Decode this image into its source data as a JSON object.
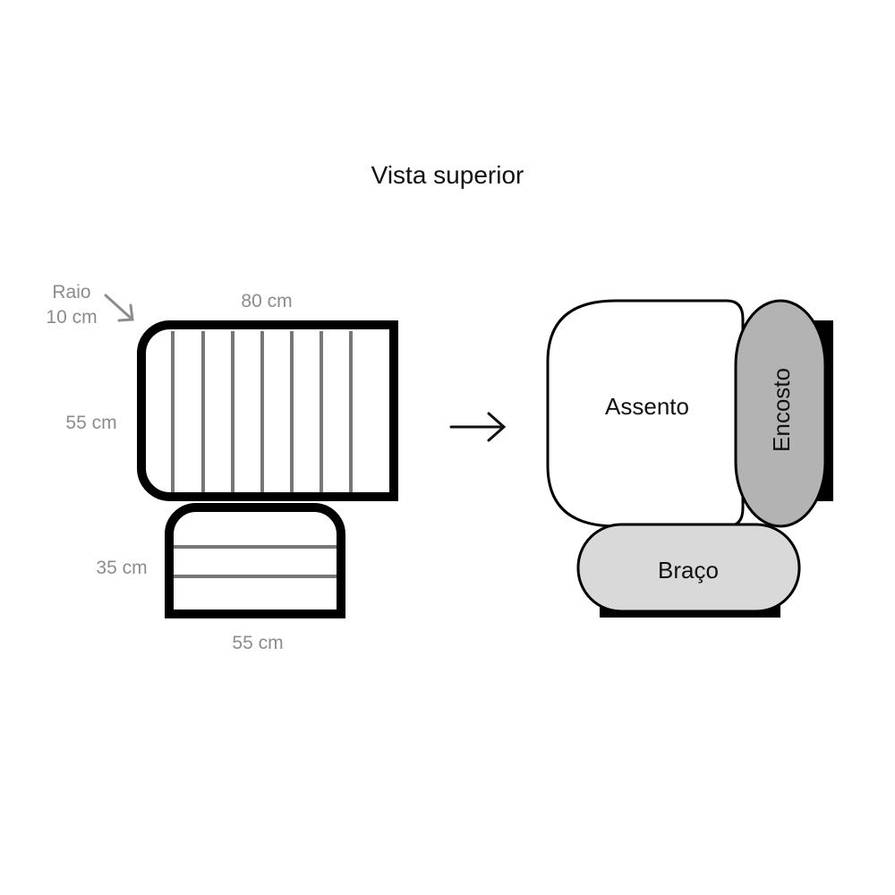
{
  "title": "Vista superior",
  "dimensions": {
    "radius_line1": "Raio",
    "radius_line2": "10 cm",
    "top_width": "80 cm",
    "top_depth": "55 cm",
    "arm_depth": "35 cm",
    "bottom_width": "55 cm"
  },
  "labels": {
    "seat": "Assento",
    "backrest": "Encosto",
    "arm": "Braço"
  },
  "colors": {
    "outline": "#000000",
    "dimension_text": "#8c8c8c",
    "backrest_fill": "#b3b3b3",
    "arm_fill": "#d9d9d9",
    "stripe": "#777777"
  }
}
